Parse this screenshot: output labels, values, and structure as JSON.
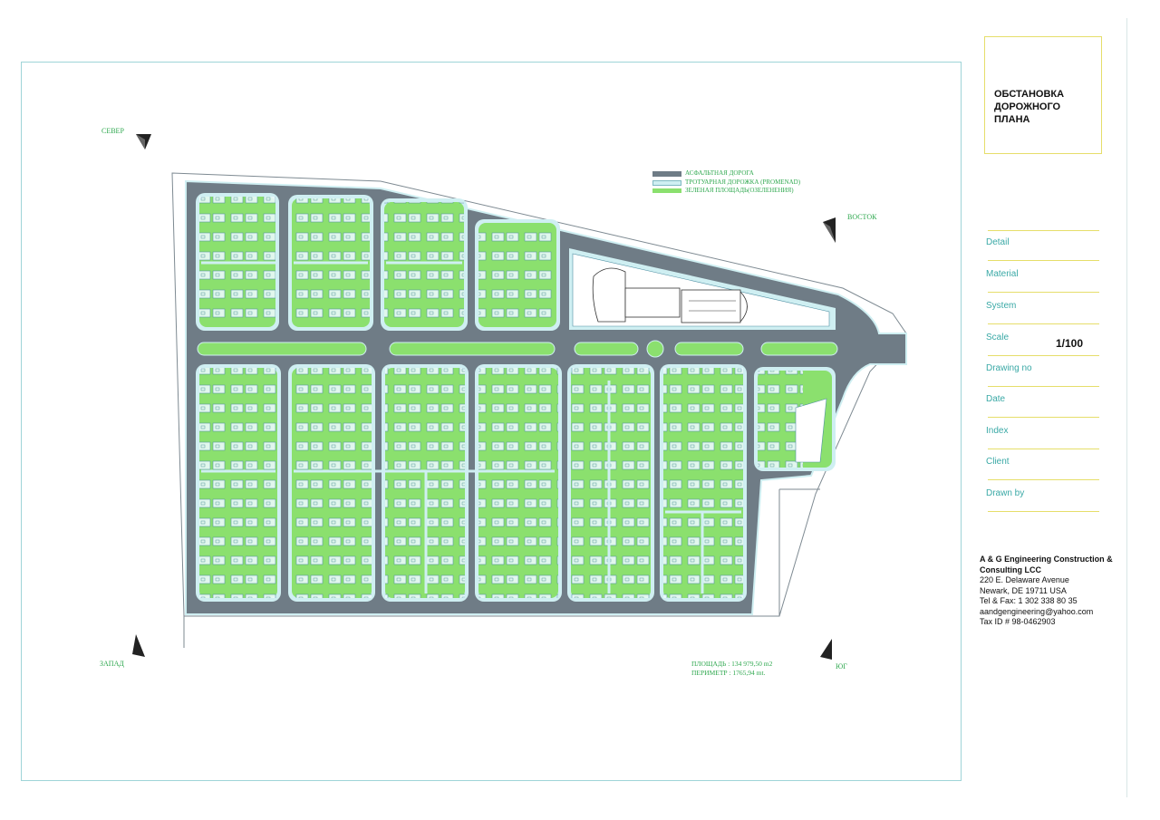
{
  "title_block": {
    "title_line1": "ОБСТАНОВКА",
    "title_line2": "ДОРОЖНОГО ПЛАНА"
  },
  "fields": [
    {
      "label": "Detail",
      "value": ""
    },
    {
      "label": "Material",
      "value": ""
    },
    {
      "label": "System",
      "value": ""
    },
    {
      "label": "Scale",
      "value": "1/100"
    },
    {
      "label": "Drawing no",
      "value": ""
    },
    {
      "label": "Date",
      "value": ""
    },
    {
      "label": "Index",
      "value": ""
    },
    {
      "label": "Client",
      "value": ""
    },
    {
      "label": "Drawn by",
      "value": ""
    }
  ],
  "company": {
    "name_line1": "A & G Engineering Construction &",
    "name_line2": "Consulting LCC",
    "address1": "220 E. Delaware Avenue",
    "address2": "Newark, DE 19711 USA",
    "phone": "Tel & Fax: 1 302 338 80 35",
    "email": "aandgengineering@yahoo.com",
    "tax": "Tax ID # 98-0462903"
  },
  "compass": {
    "north": "СЕВЕР",
    "east": "ВОСТОК",
    "west": "ЗАПАД",
    "south": "ЮГ"
  },
  "legend": [
    {
      "label": "АСФАЛЬТНАЯ ДОРОГА",
      "color": "#6f7c86"
    },
    {
      "label": "ТРОТУАРНАЯ ДОРОЖКА (PROMENAD)",
      "color": "#cfeff2"
    },
    {
      "label": "ЗЕЛЕНАЯ ПЛОЩАДЬ(ОЗЕЛЕНЕНИЯ)",
      "color": "#8be06e"
    }
  ],
  "area": {
    "area_text": "ПЛОЩАДЬ : 134 979,50 m2",
    "perimeter_text": "ПЕРИМЕТР : 1765,94 mt."
  },
  "colors": {
    "road": "#6f7c86",
    "sidewalk": "#cfeff2",
    "green": "#8be06e",
    "frame": "#e6de6a",
    "label_green": "#2fa84f"
  }
}
